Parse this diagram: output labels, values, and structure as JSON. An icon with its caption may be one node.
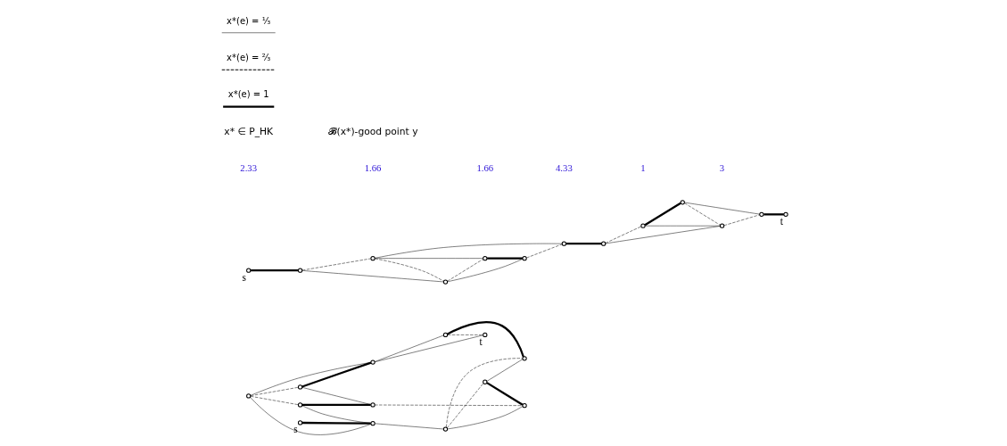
{
  "diagram": {
    "nodes": [
      {
        "text": [],
        "shape": "circle",
        "beside": [
          "s"
        ]
      },
      {
        "text": [],
        "shape": "circle"
      },
      {
        "text": [],
        "shape": "circle"
      },
      {
        "text": [],
        "shape": "circle"
      },
      {
        "text": [],
        "shape": "circle"
      },
      {
        "text": [],
        "shape": "circle"
      },
      {
        "text": [],
        "shape": "circle"
      },
      {
        "text": [],
        "shape": "circle"
      },
      {
        "text": [],
        "shape": "circle"
      },
      {
        "text": [],
        "shape": "circle"
      },
      {
        "text": [],
        "shape": "circle"
      },
      {
        "text": [],
        "shape": "circle"
      },
      {
        "text": [],
        "shape": "circle",
        "beside": [
          "t"
        ]
      },
      {
        "text": [],
        "shape": "circle",
        "beside": [
          "s"
        ]
      },
      {
        "text": [],
        "shape": "circle"
      },
      {
        "text": [],
        "shape": "circle"
      },
      {
        "text": [],
        "shape": "circle"
      },
      {
        "text": [],
        "shape": "circle"
      },
      {
        "text": [],
        "shape": "circle"
      },
      {
        "text": [],
        "shape": "circle"
      },
      {
        "text": [],
        "shape": "circle"
      },
      {
        "text": [],
        "shape": "circle"
      },
      {
        "text": [],
        "shape": "circle"
      },
      {
        "text": [],
        "shape": "circle"
      },
      {
        "text": [],
        "shape": "circle"
      },
      {
        "text": [],
        "shape": "circle",
        "beside": [
          "t"
        ]
      }
    ],
    "edges": [
      {
        "from": 0,
        "to": 6,
        "arrow": "none",
        "style": "thick"
      },
      {
        "from": 1,
        "to": 2,
        "arrow": "none",
        "style": "dashed"
      },
      {
        "from": 1,
        "to": 4,
        "arrow": "none",
        "style": "dashed"
      },
      {
        "from": 1,
        "to": 6,
        "arrow": "none"
      },
      {
        "from": 1,
        "to": 3,
        "arrow": "none"
      },
      {
        "from": 2,
        "to": 3,
        "arrow": "none",
        "style": "thick"
      },
      {
        "from": 2,
        "to": 5,
        "arrow": "none"
      },
      {
        "from": 3,
        "to": 8,
        "arrow": "none"
      },
      {
        "from": 3,
        "to": 12,
        "arrow": "none"
      },
      {
        "from": 4,
        "to": 5,
        "arrow": "none",
        "style": "thick"
      },
      {
        "from": 4,
        "to": 6,
        "arrow": "none"
      },
      {
        "from": 5,
        "to": 10,
        "arrow": "none",
        "style": "dashed"
      },
      {
        "from": 6,
        "to": 7,
        "arrow": "none"
      },
      {
        "from": 7,
        "to": 11,
        "arrow": "none",
        "style": "dashed"
      },
      {
        "from": 7,
        "to": 9,
        "arrow": "none",
        "style": "dashed"
      },
      {
        "from": 7,
        "to": 10,
        "arrow": "none"
      },
      {
        "from": 8,
        "to": 11,
        "arrow": "none",
        "style": "thick"
      },
      {
        "from": 8,
        "to": 12,
        "arrow": "none",
        "style": "dashed"
      },
      {
        "from": 9,
        "to": 10,
        "arrow": "none",
        "style": "thick"
      },
      {
        "from": 9,
        "to": 11,
        "arrow": "none"
      },
      {
        "from": 13,
        "to": 14,
        "arrow": "none",
        "style": "thick"
      },
      {
        "from": 14,
        "to": 15,
        "arrow": "none",
        "style": "dashed"
      },
      {
        "from": 14,
        "to": 17,
        "arrow": "none"
      },
      {
        "from": 15,
        "to": 17,
        "arrow": "none",
        "style": "dashed"
      },
      {
        "from": 15,
        "to": 16,
        "arrow": "none"
      },
      {
        "from": 15,
        "to": 19,
        "arrow": "none"
      },
      {
        "from": 17,
        "to": 16,
        "arrow": "none",
        "style": "dashed"
      },
      {
        "from": 17,
        "to": 18,
        "arrow": "none"
      },
      {
        "from": 16,
        "to": 18,
        "arrow": "none",
        "style": "thick"
      },
      {
        "from": 18,
        "to": 19,
        "arrow": "none",
        "style": "dashed"
      },
      {
        "from": 19,
        "to": 20,
        "arrow": "none",
        "style": "thick"
      },
      {
        "from": 20,
        "to": 21,
        "arrow": "none",
        "style": "dashed"
      },
      {
        "from": 20,
        "to": 23,
        "arrow": "none"
      },
      {
        "from": 21,
        "to": 22,
        "arrow": "none",
        "style": "thick"
      },
      {
        "from": 21,
        "to": 23,
        "arrow": "none"
      },
      {
        "from": 22,
        "to": 23,
        "arrow": "none",
        "style": "dashed"
      },
      {
        "from": 22,
        "to": 24,
        "arrow": "none"
      },
      {
        "from": 23,
        "to": 24,
        "arrow": "none",
        "style": "dashed"
      },
      {
        "from": 24,
        "to": 25,
        "arrow": "none",
        "style": "thick"
      }
    ],
    "labels": [
      "2.33",
      "1.66",
      "1.66",
      "4.33",
      "1",
      "3",
      "x* ∈ P_HK",
      "𝓑(x*)-good point y"
    ],
    "legend": [
      {
        "text": "x*(e) = ¹⁄₃"
      },
      {
        "text": "x*(e) = ²⁄₃"
      },
      {
        "text": "x*(e) = 1"
      }
    ]
  }
}
